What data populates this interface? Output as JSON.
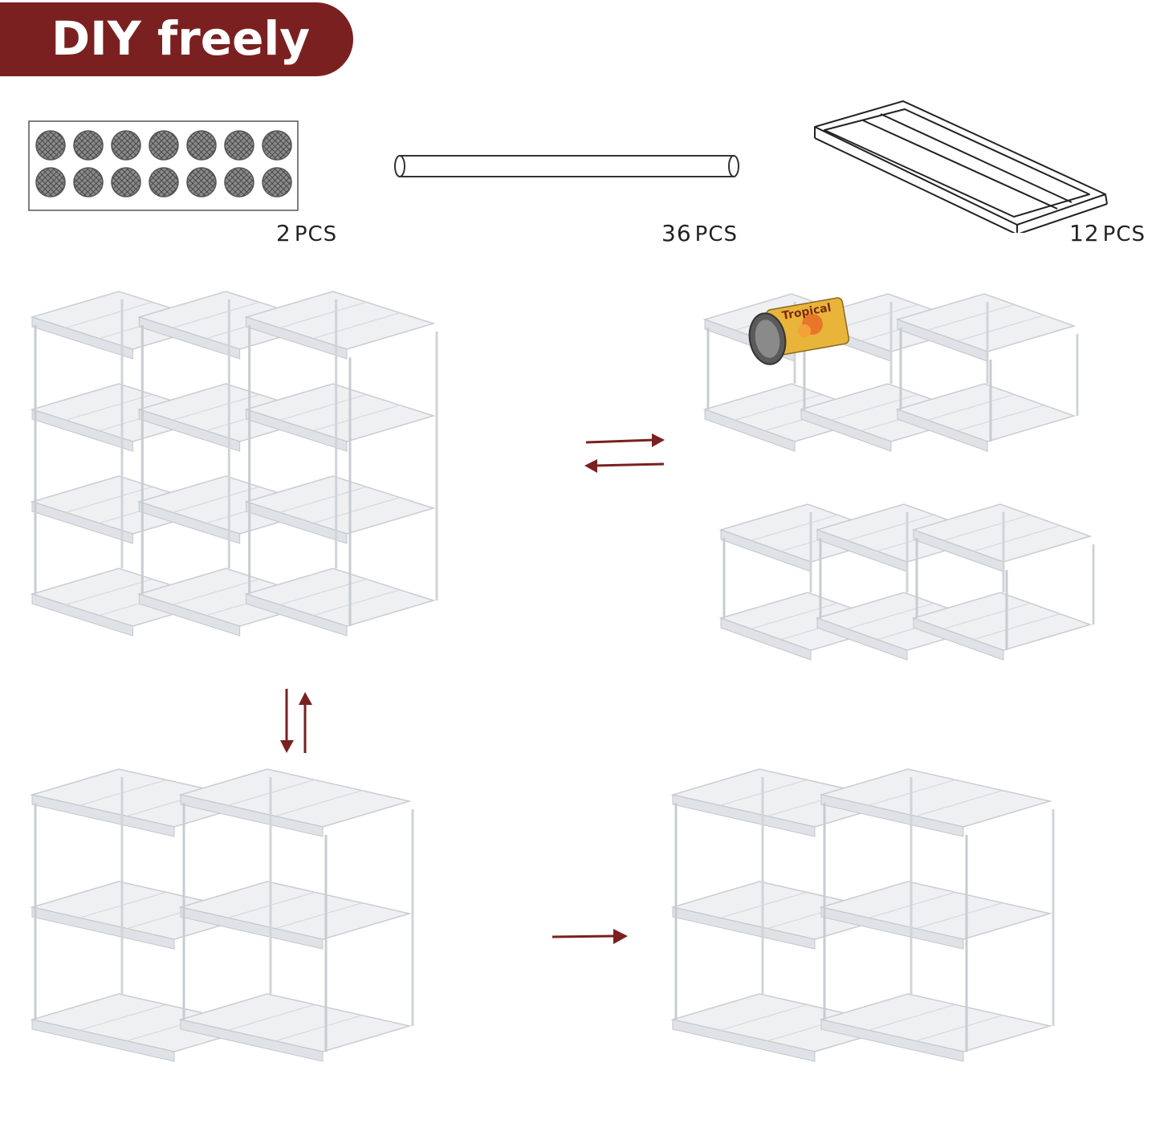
{
  "banner": {
    "title": "DIY freely"
  },
  "parts": [
    {
      "count": "2",
      "unit": "PCS",
      "icon": "felt-pad-sheet-icon"
    },
    {
      "count": "36",
      "unit": "PCS",
      "icon": "support-rod-icon"
    },
    {
      "count": "12",
      "unit": "PCS",
      "icon": "tray-shelf-icon"
    }
  ],
  "colors": {
    "accent": "#7b2020",
    "arrow": "#7b2020"
  },
  "can_label": "Tropical"
}
